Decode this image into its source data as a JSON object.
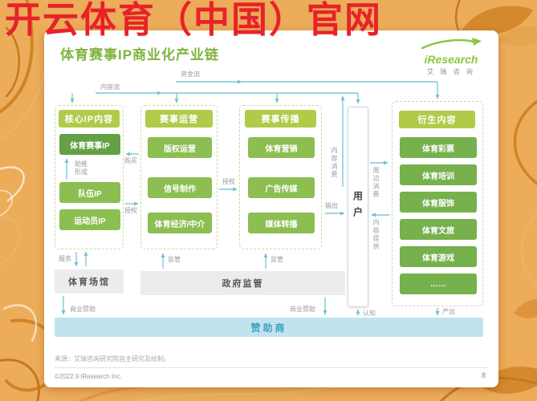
{
  "watermark": "开云体育（中国）官网",
  "logo": {
    "name": "iResearch",
    "cn": "艾 瑞 咨 询"
  },
  "slide": {
    "title": "体育赛事IP商业化产业链",
    "core_box": {
      "header": "核心IP内容",
      "items": [
        "体育赛事IP",
        "队伍IP",
        "运动员IP"
      ]
    },
    "op_box": {
      "header": "赛事运营",
      "items": [
        "版权运营",
        "信号制作",
        "体育经济/中介"
      ]
    },
    "spread_box": {
      "header": "赛事传播",
      "items": [
        "体育营销",
        "广告传媒",
        "媒体转播"
      ]
    },
    "user": "用户",
    "deriv_box": {
      "header": "衍生内容",
      "items": [
        "体育彩票",
        "体育培训",
        "体育服饰",
        "体育文旅",
        "体育游戏",
        "……"
      ]
    },
    "venue": "体育场馆",
    "gov": "政府监管",
    "sponsor_bar": "赞助商",
    "labels": {
      "content_flow": "内容流",
      "capital_flow": "资金流",
      "buy": "购买",
      "license_a": "授权",
      "license_b": "授权",
      "boost": "助推",
      "form": "形成",
      "service": "服务",
      "regulate_a": "监管",
      "regulate_b": "监管",
      "biz_sponsor_a": "商业赞助",
      "biz_sponsor_b": "商业赞助",
      "content_consume": "内容消费",
      "output": "输出",
      "periph_consume": "周边消费",
      "content_provide": "内容提供",
      "cognition": "认知",
      "produce": "产出"
    },
    "footer": {
      "source": "来源：艾瑞咨询研究院自主研究及绘制。",
      "copyright": "©2022.9 iResearch Inc.",
      "page": "8"
    }
  },
  "colors": {
    "background": "#ECAC59",
    "swirl": "#D08327",
    "watermark_red": "#E7222A",
    "header_green": "#AFCB49",
    "node_green": "#8CBE52",
    "node_dark_green": "#63A144",
    "deriv_green": "#76B14E",
    "title_green": "#7FB33E",
    "arrow_teal": "#6FC3D1",
    "sponsor_blue": "#BFE4EF"
  }
}
